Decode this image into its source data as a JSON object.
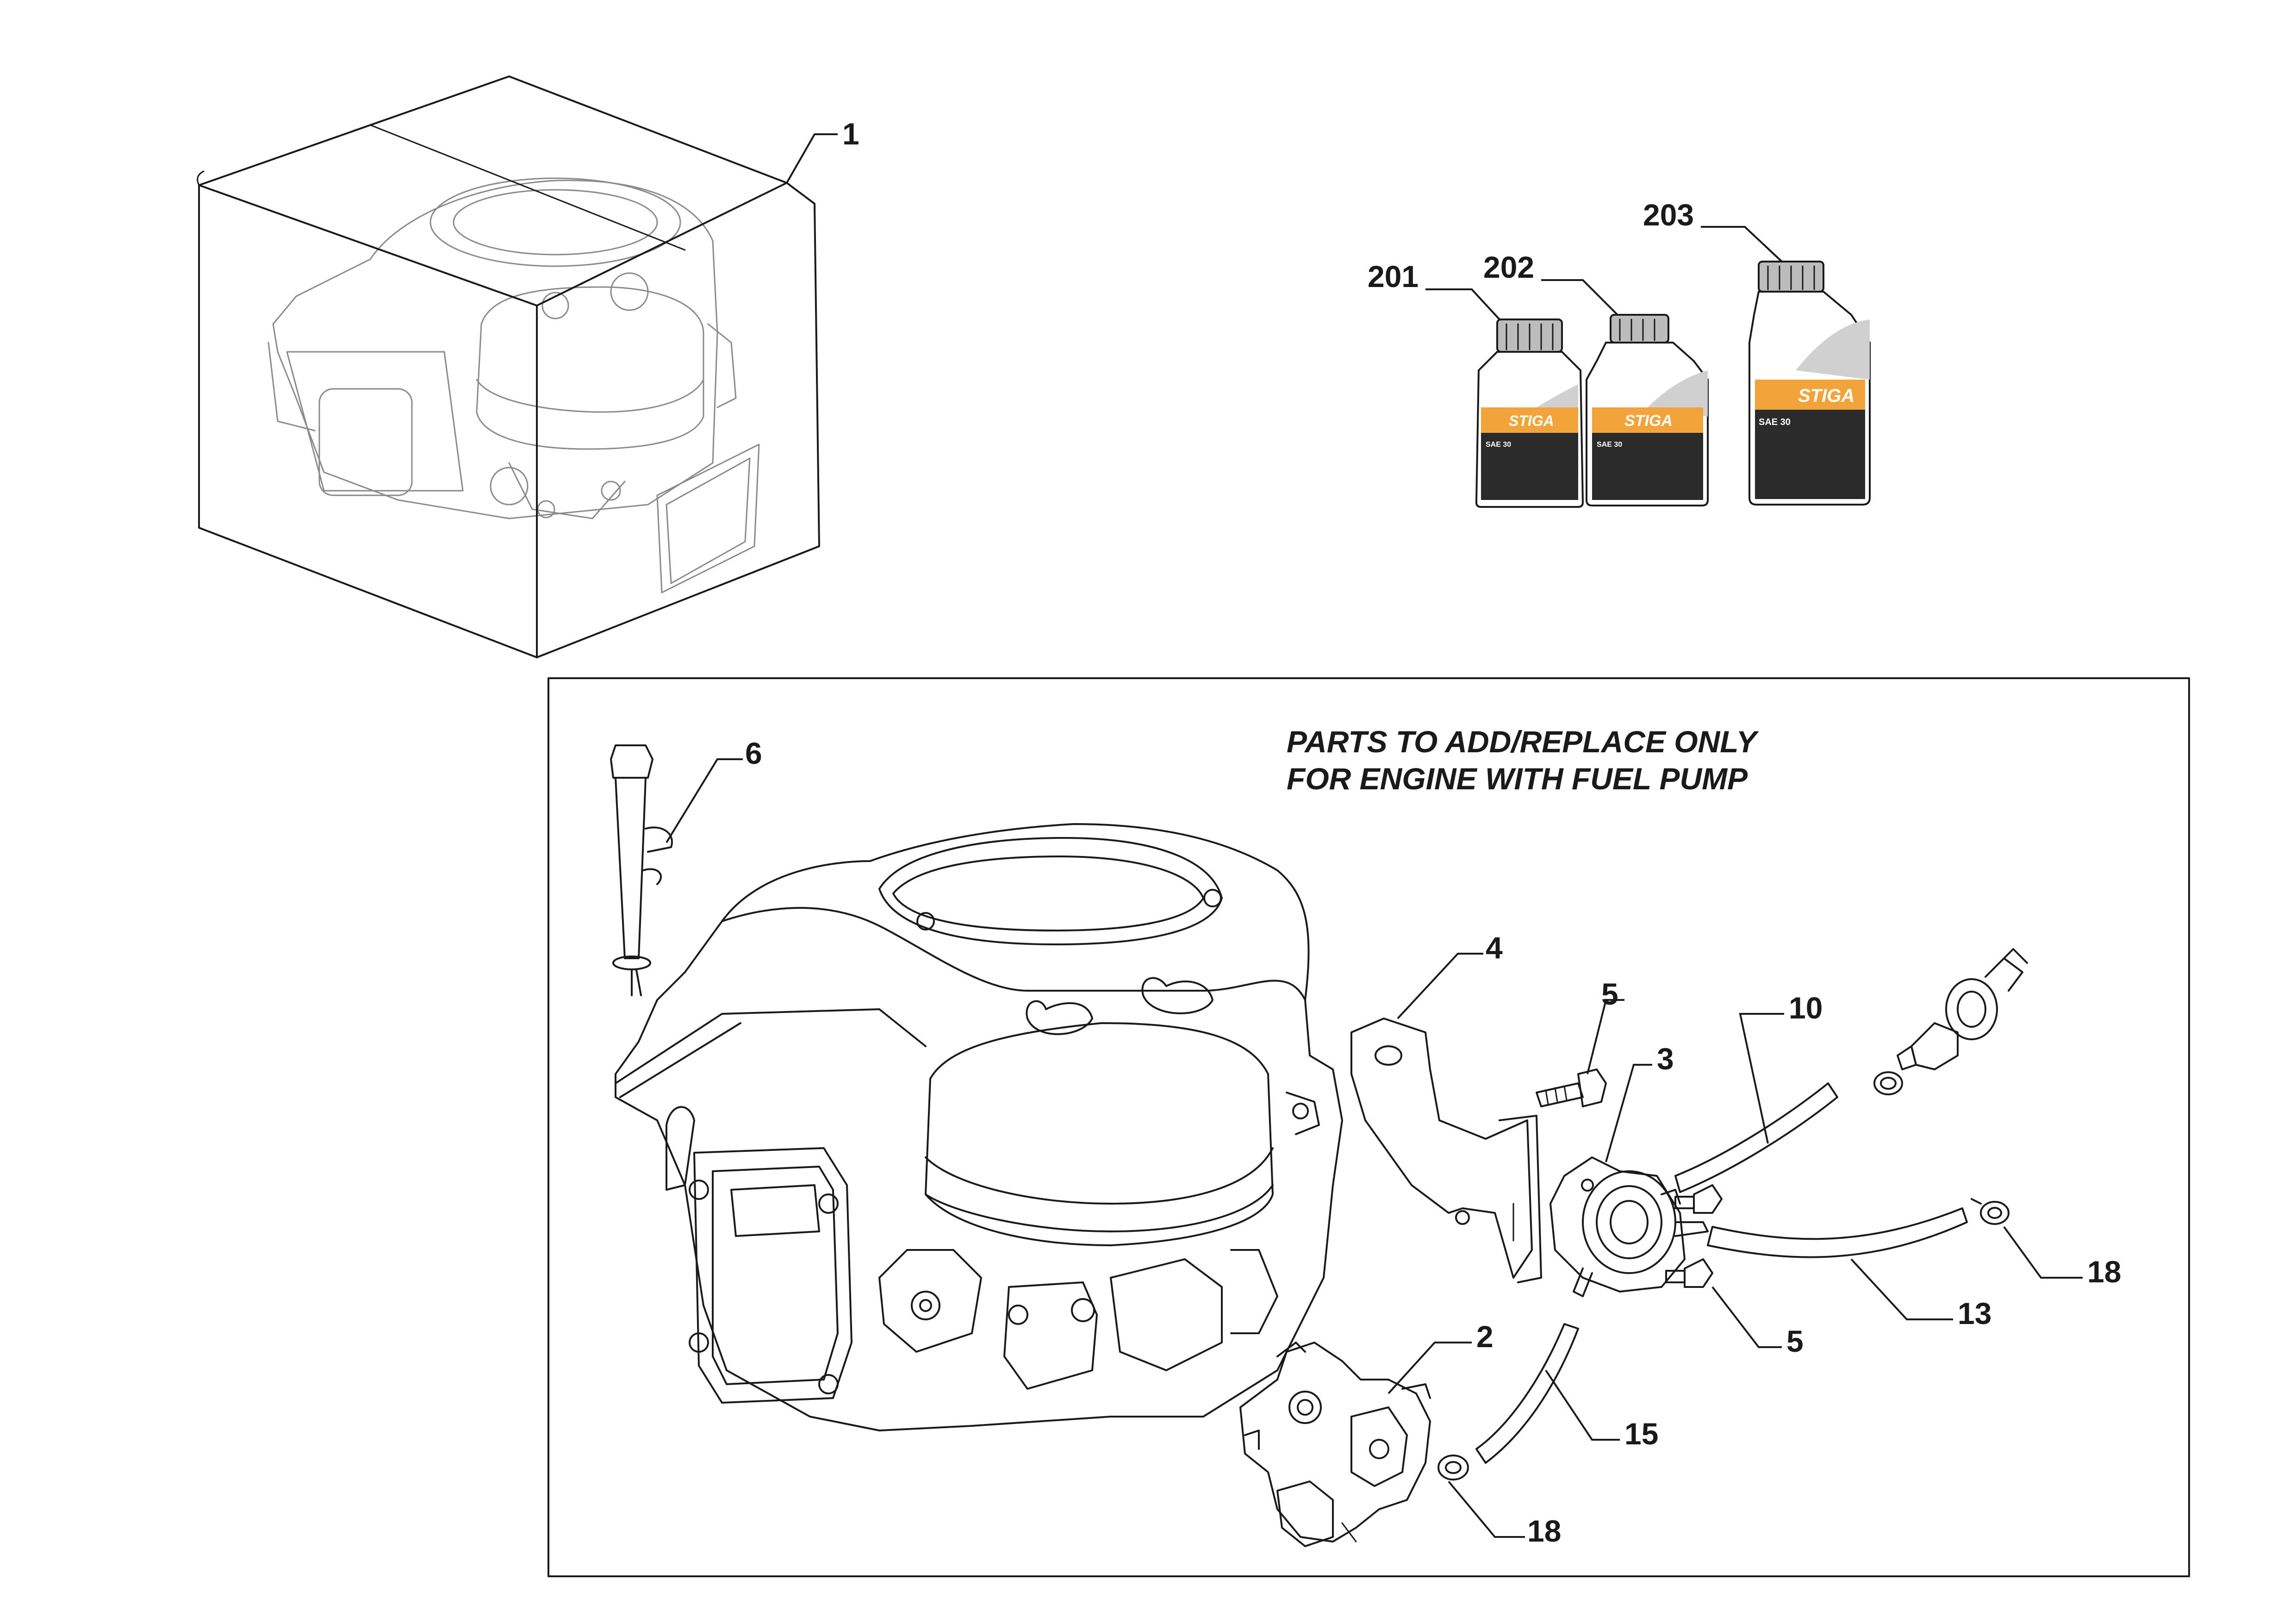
{
  "callouts": {
    "c1": "1",
    "c2": "2",
    "c3": "3",
    "c4": "4",
    "c5a": "5",
    "c5b": "5",
    "c6": "6",
    "c10": "10",
    "c13": "13",
    "c15": "15",
    "c18a": "18",
    "c18b": "18",
    "c201": "201",
    "c202": "202",
    "c203": "203"
  },
  "note": {
    "line1": "PARTS TO ADD/REPLACE ONLY",
    "line2": "FOR ENGINE WITH FUEL PUMP"
  },
  "bottles": {
    "brand": "STIGA",
    "grade": "SAE 30"
  },
  "colors": {
    "label_orange": "#f2a43a",
    "line": "#1a1a1a"
  }
}
